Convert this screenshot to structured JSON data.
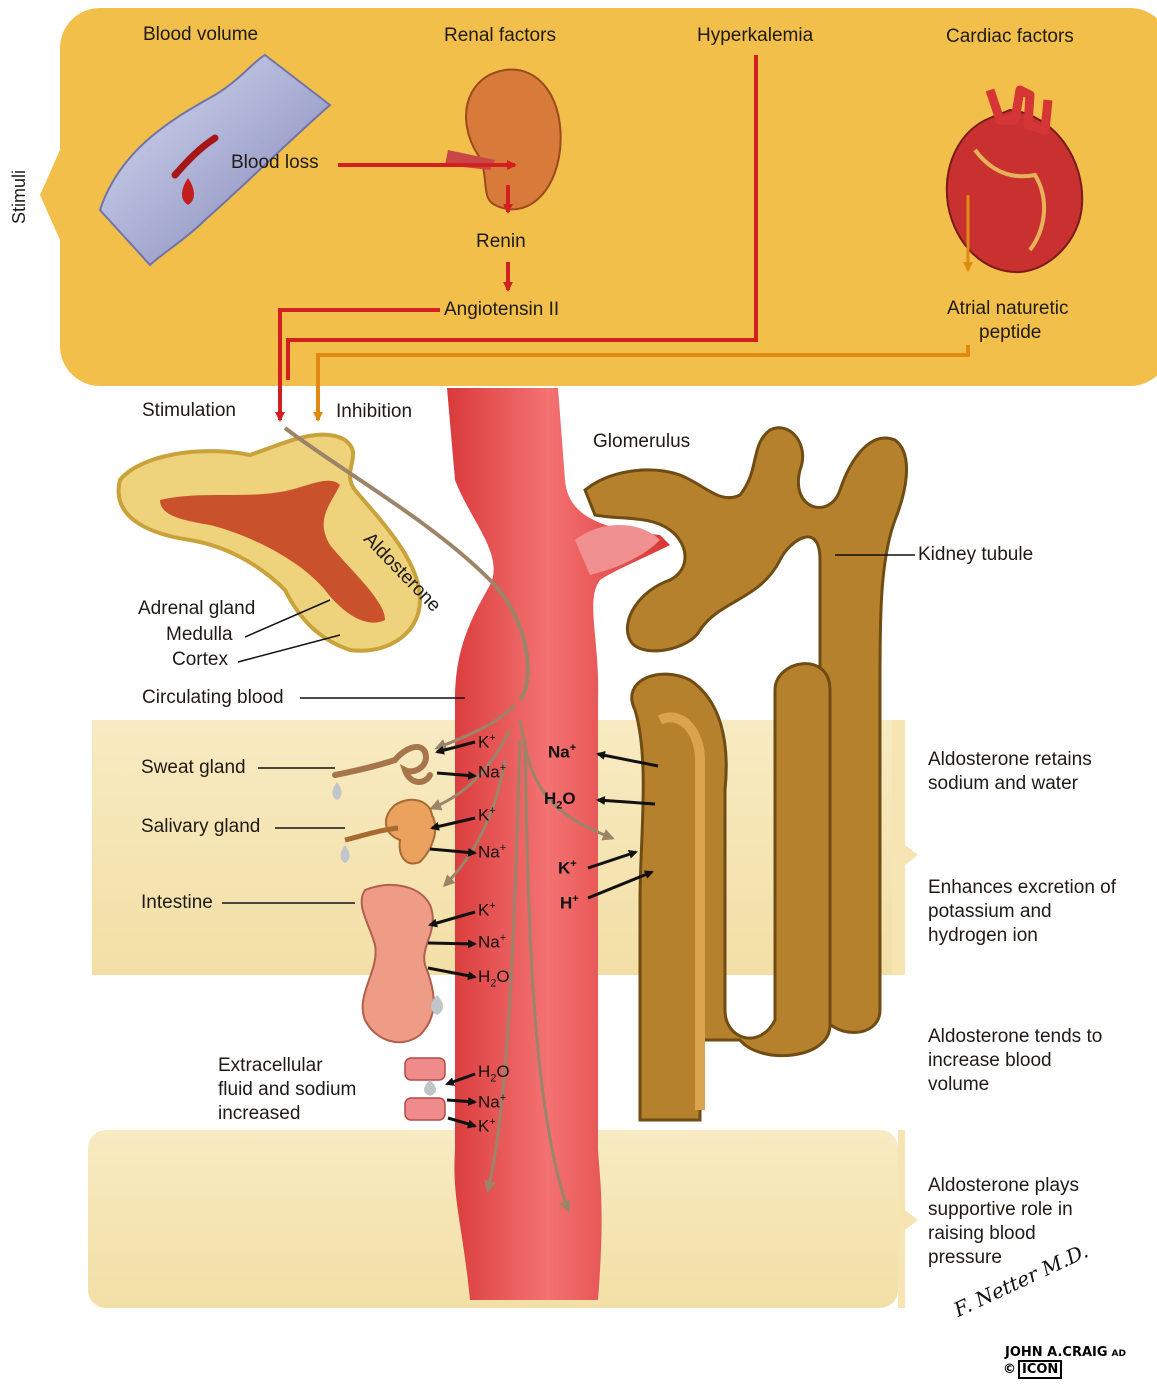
{
  "side_label": "Stimuli",
  "stimuli": {
    "blood_volume": "Blood volume",
    "renal_factors": "Renal factors",
    "hyperkalemia": "Hyperkalemia",
    "cardiac_factors": "Cardiac factors",
    "blood_loss": "Blood loss",
    "renin": "Renin",
    "angiotensin": "Angiotensin II",
    "anp_line1": "Atrial naturetic",
    "anp_line2": "peptide"
  },
  "labels": {
    "stimulation": "Stimulation",
    "inhibition": "Inhibition",
    "glomerulus": "Glomerulus",
    "aldosterone": "Aldosterone",
    "kidney_tubule": "Kidney tubule",
    "adrenal_gland": "Adrenal gland",
    "medulla": "Medulla",
    "cortex": "Cortex",
    "circulating_blood": "Circulating blood",
    "sweat_gland": "Sweat gland",
    "salivary_gland": "Salivary gland",
    "intestine": "Intestine",
    "ecf_line1": "Extracellular",
    "ecf_line2": "fluid and sodium",
    "ecf_line3": "increased"
  },
  "effects": {
    "retains": "Aldosterone retains sodium and water",
    "excretion": "Enhances excretion of potassium and hydrogen ion",
    "volume": "Aldosterone tends to increase blood volume",
    "pressure": "Aldosterone plays supportive role in raising blood pressure"
  },
  "ions": {
    "k_base": "K",
    "k_sup": "+",
    "na_base": "Na",
    "na_sup": "+",
    "h_base": "H",
    "h_sup": "+",
    "h2o_a": "H",
    "h2o_sub": "2",
    "h2o_b": "O"
  },
  "credits": {
    "signature": "F. Netter M.D.",
    "artist": "JOHN A.CRAIG",
    "artist_suffix": "AD",
    "copyright": "©",
    "publisher": "ICON"
  },
  "colors": {
    "stimuli_panel": "#f2c04a",
    "band": "#f7e7b7",
    "vessel": "#ee4b4b",
    "stim_arrow": "#d21f1f",
    "inhib_arrow": "#e08a14",
    "aldo_path": "#9c8468",
    "tubule": "#b6812c",
    "adrenal_cortex": "#eed27c",
    "adrenal_medulla": "#c9512c"
  }
}
